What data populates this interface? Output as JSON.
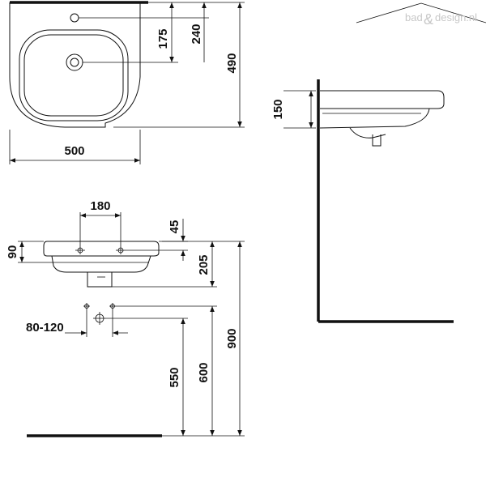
{
  "watermark": {
    "text_left": "bad",
    "text_amp": "&",
    "text_right": "design.nl"
  },
  "dimensions": {
    "top_width": "500",
    "top_drain_offset": "175",
    "top_tap_offset": "240",
    "top_depth": "490",
    "side_height": "150",
    "front_tap_spacing": "180",
    "front_rim_top": "45",
    "front_rim_height": "90",
    "front_bowl_depth": "205",
    "front_connection_spacing": "80-120",
    "front_connection_height": "550",
    "front_drain_height": "600",
    "front_install_height": "900"
  }
}
